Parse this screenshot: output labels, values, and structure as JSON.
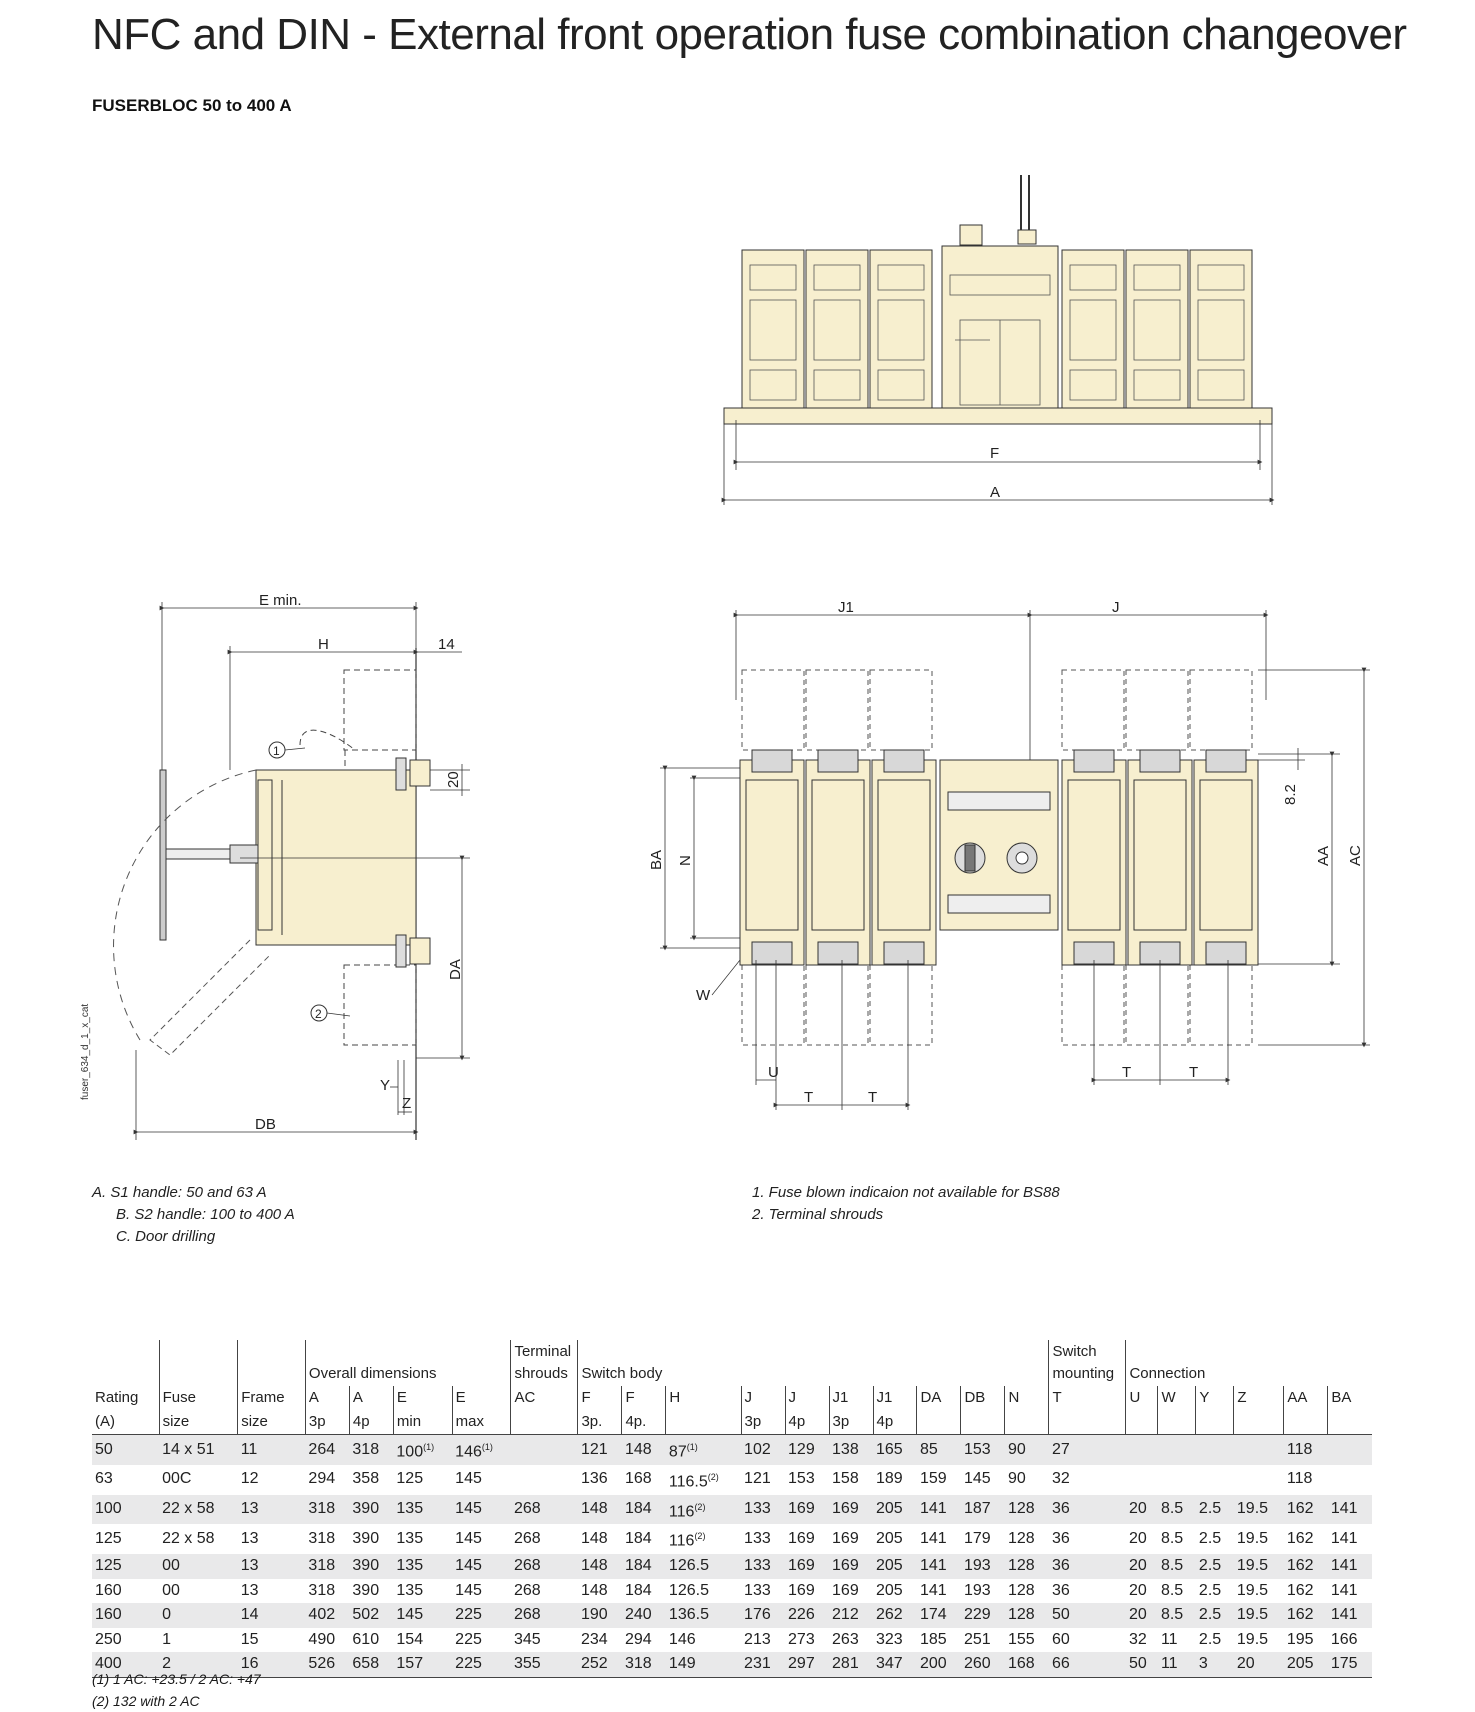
{
  "page": {
    "title": "NFC and DIN - External front operation fuse combination changeover",
    "subtitle": "FUSERBLOC 50 to 400 A",
    "drawing_code": "fuser_634_d_1_x_cat"
  },
  "drawing_labels": {
    "F": "F",
    "A": "A",
    "E_min": "E min.",
    "H": "H",
    "d14": "14",
    "d20": "20",
    "DA": "DA",
    "DB": "DB",
    "Y": "Y",
    "Z": "Z",
    "c1": "1",
    "c2": "2",
    "J1": "J1",
    "J": "J",
    "BA": "BA",
    "N": "N",
    "d8_2": "8.2",
    "AA": "AA",
    "AC": "AC",
    "W": "W",
    "U": "U",
    "T": "T"
  },
  "notes_left": [
    "A. S1 handle: 50 and 63 A",
    "B. S2 handle: 100 to 400 A",
    "C. Door drilling"
  ],
  "notes_right": [
    "1. Fuse blown indicaion not available for BS88",
    "2. Terminal shrouds"
  ],
  "table": {
    "group_headers": {
      "overall": "Overall dimensions",
      "terminal": "Terminal shrouds",
      "switch_body": "Switch body",
      "switch_mounting": "Switch mounting",
      "connection": "Connection"
    },
    "columns": [
      {
        "l1": "Rating",
        "l2": "(A)"
      },
      {
        "l1": "Fuse",
        "l2": "size"
      },
      {
        "l1": "Frame",
        "l2": "size"
      },
      {
        "l1": "A",
        "l2": "3p"
      },
      {
        "l1": "A",
        "l2": "4p"
      },
      {
        "l1": "E",
        "l2": "min"
      },
      {
        "l1": "E",
        "l2": "max"
      },
      {
        "l1": "AC",
        "l2": ""
      },
      {
        "l1": "F",
        "l2": "3p."
      },
      {
        "l1": "F",
        "l2": "4p."
      },
      {
        "l1": "H",
        "l2": ""
      },
      {
        "l1": "J",
        "l2": "3p"
      },
      {
        "l1": "J",
        "l2": "4p"
      },
      {
        "l1": "J1",
        "l2": "3p"
      },
      {
        "l1": "J1",
        "l2": "4p"
      },
      {
        "l1": "DA",
        "l2": ""
      },
      {
        "l1": "DB",
        "l2": ""
      },
      {
        "l1": "N",
        "l2": ""
      },
      {
        "l1": "T",
        "l2": ""
      },
      {
        "l1": "U",
        "l2": ""
      },
      {
        "l1": "W",
        "l2": ""
      },
      {
        "l1": "Y",
        "l2": ""
      },
      {
        "l1": "Z",
        "l2": ""
      },
      {
        "l1": "AA",
        "l2": ""
      },
      {
        "l1": "BA",
        "l2": ""
      }
    ],
    "rows": [
      [
        "50",
        "14 x 51",
        "11",
        "264",
        "318",
        "100(1)",
        "146(1)",
        "",
        "121",
        "148",
        "87(1)",
        "102",
        "129",
        "138",
        "165",
        "85",
        "153",
        "90",
        "27",
        "",
        "",
        "",
        "",
        "118",
        ""
      ],
      [
        "63",
        "00C",
        "12",
        "294",
        "358",
        "125",
        "145",
        "",
        "136",
        "168",
        "116.5(2)",
        "121",
        "153",
        "158",
        "189",
        "159",
        "145",
        "90",
        "32",
        "",
        "",
        "",
        "",
        "118",
        ""
      ],
      [
        "100",
        "22 x 58",
        "13",
        "318",
        "390",
        "135",
        "145",
        "268",
        "148",
        "184",
        "116(2)",
        "133",
        "169",
        "169",
        "205",
        "141",
        "187",
        "128",
        "36",
        "20",
        "8.5",
        "2.5",
        "19.5",
        "162",
        "141"
      ],
      [
        "125",
        "22 x 58",
        "13",
        "318",
        "390",
        "135",
        "145",
        "268",
        "148",
        "184",
        "116(2)",
        "133",
        "169",
        "169",
        "205",
        "141",
        "179",
        "128",
        "36",
        "20",
        "8.5",
        "2.5",
        "19.5",
        "162",
        "141"
      ],
      [
        "125",
        "00",
        "13",
        "318",
        "390",
        "135",
        "145",
        "268",
        "148",
        "184",
        "126.5",
        "133",
        "169",
        "169",
        "205",
        "141",
        "193",
        "128",
        "36",
        "20",
        "8.5",
        "2.5",
        "19.5",
        "162",
        "141"
      ],
      [
        "160",
        "00",
        "13",
        "318",
        "390",
        "135",
        "145",
        "268",
        "148",
        "184",
        "126.5",
        "133",
        "169",
        "169",
        "205",
        "141",
        "193",
        "128",
        "36",
        "20",
        "8.5",
        "2.5",
        "19.5",
        "162",
        "141"
      ],
      [
        "160",
        "0",
        "14",
        "402",
        "502",
        "145",
        "225",
        "268",
        "190",
        "240",
        "136.5",
        "176",
        "226",
        "212",
        "262",
        "174",
        "229",
        "128",
        "50",
        "20",
        "8.5",
        "2.5",
        "19.5",
        "162",
        "141"
      ],
      [
        "250",
        "1",
        "15",
        "490",
        "610",
        "154",
        "225",
        "345",
        "234",
        "294",
        "146",
        "213",
        "273",
        "263",
        "323",
        "185",
        "251",
        "155",
        "60",
        "32",
        "11",
        "2.5",
        "19.5",
        "195",
        "166"
      ],
      [
        "400",
        "2",
        "16",
        "526",
        "658",
        "157",
        "225",
        "355",
        "252",
        "318",
        "149",
        "231",
        "297",
        "281",
        "347",
        "200",
        "260",
        "168",
        "66",
        "50",
        "11",
        "3",
        "20",
        "205",
        "175"
      ]
    ],
    "footnotes": [
      "(1) 1 AC: +23.5 / 2 AC: +47",
      "(2) 132 with 2 AC"
    ]
  }
}
